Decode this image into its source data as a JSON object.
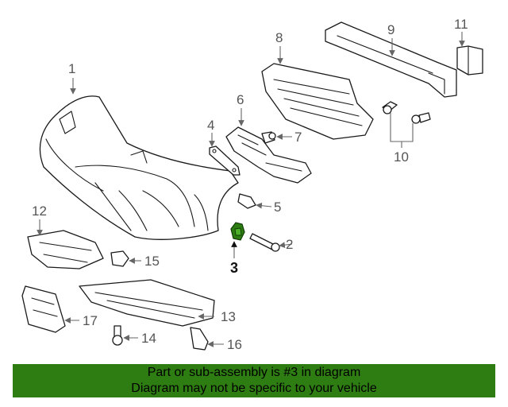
{
  "callouts": {
    "c1": "1",
    "c2": "2",
    "c3": "3",
    "c4": "4",
    "c5": "5",
    "c6": "6",
    "c7": "7",
    "c8": "8",
    "c9": "9",
    "c10": "10",
    "c11": "11",
    "c12": "12",
    "c13": "13",
    "c14": "14",
    "c15": "15",
    "c16": "16",
    "c17": "17"
  },
  "highlight_color": "#2e7d12",
  "banner": {
    "line1": "Part or sub-assembly is #3 in diagram",
    "line2": "Diagram may not be specific to your vehicle"
  }
}
